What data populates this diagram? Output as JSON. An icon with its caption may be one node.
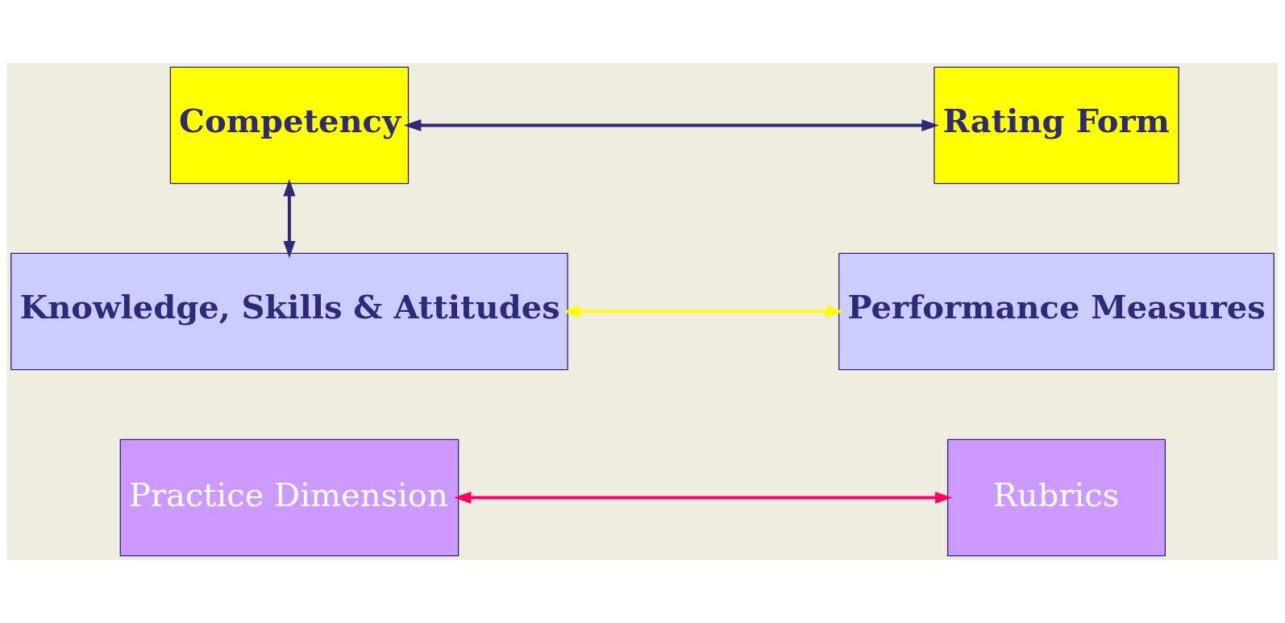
{
  "diagram": {
    "nodes": [
      {
        "text": [
          "Practice Dimension"
        ]
      },
      {
        "text": [
          "Rubrics"
        ]
      },
      {
        "text": [
          "Competency"
        ]
      },
      {
        "text": [
          "Rating Form"
        ]
      },
      {
        "text": [
          "Knowledge, Skills & Attitudes"
        ]
      },
      {
        "text": [
          "Performance Measures"
        ]
      }
    ],
    "edges": [
      {
        "from": 0,
        "to": 1,
        "arrow": "both",
        "color": "#ff0066"
      },
      {
        "from": 2,
        "to": 3,
        "arrow": "both"
      },
      {
        "from": 2,
        "to": 4,
        "arrow": "both"
      },
      {
        "from": 4,
        "to": 5,
        "arrow": "both",
        "color": "#ffff00"
      }
    ]
  }
}
